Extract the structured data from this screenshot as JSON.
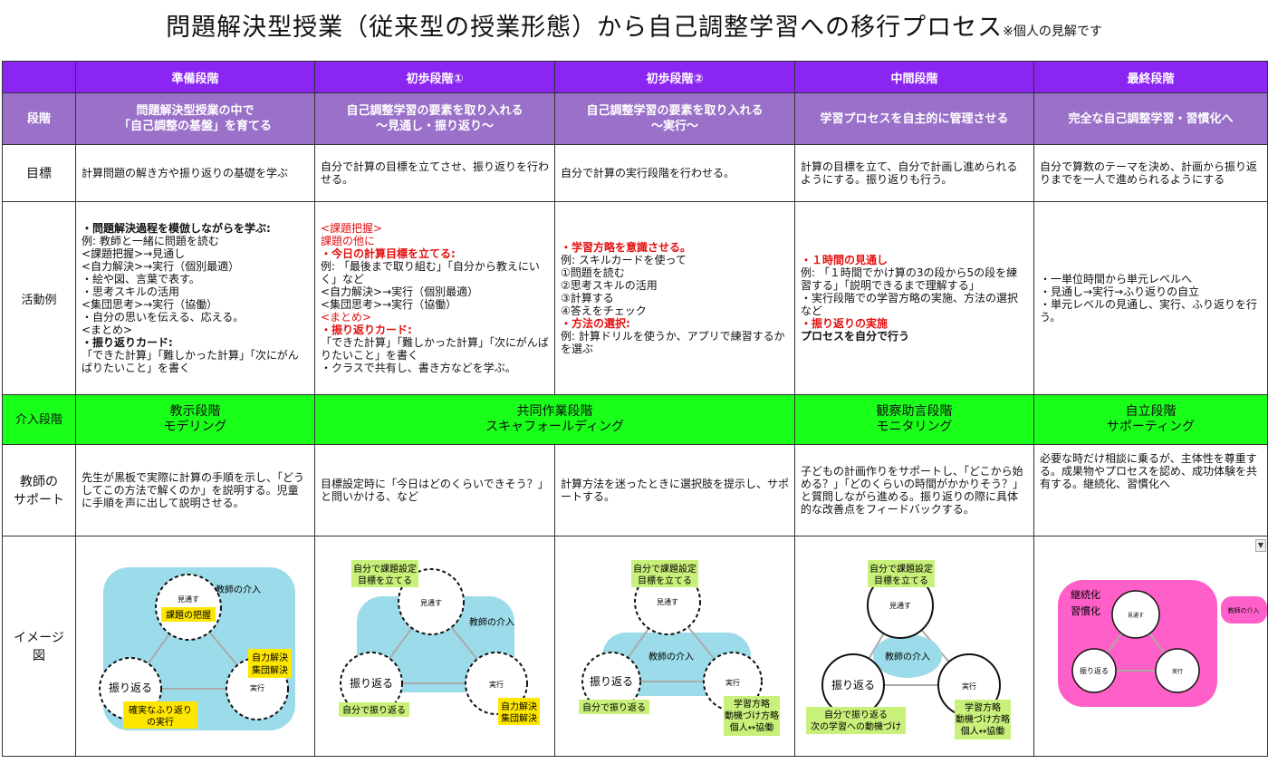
{
  "title": "問題解決型授業（従来型の授業形態）から自己調整学習への移行プロセス",
  "title_note": "※個人の見解です",
  "header": [
    "準備段階",
    "初歩段階①",
    "初歩段階②",
    "中間段階",
    "最終段階"
  ],
  "stage_label": "段階",
  "stages": [
    [
      "問題解決型授業の中で",
      "「自己調整の基盤」を育てる"
    ],
    [
      "自己調整学習の要素を取り入れる",
      "〜見通し・振り返り〜"
    ],
    [
      "自己調整学習の要素を取り入れる",
      "〜実行〜"
    ],
    [
      "学習プロセスを自主的に管理させる"
    ],
    [
      "完全な自己調整学習・習慣化へ"
    ]
  ],
  "goal_label": "目標",
  "goals": [
    "計算問題の解き方や振り返りの基礎を学ぶ",
    "自分で計算の目標を立てさせ、振り返りを行わせる。",
    "自分で計算の実行段階を行わせる。",
    "計算の目標を立て、自分で計画し進められるようにする。振り返りも行う。",
    "自分で算数のテーマを決め、計画から振り返りまでを一人で進められるようにする"
  ],
  "activity_label": "活動例",
  "activities": [
    [
      "・問題解決過程を模倣しながらを学ぶ:",
      "例: 教師と一緒に問題を読む",
      "<課題把握>→見通し",
      "<自力解決>→実行（個別最適）",
      "・絵や図、言葉で表す。",
      "・思考スキルの活用",
      "<集団思考>→実行（協働）",
      "・自分の思いを伝える、応える。",
      "<まとめ>",
      "・振り返りカード:",
      "「できた計算」「難しかった計算」「次にがんばりたいこと」を書く"
    ],
    [
      "<課題把握>",
      "課題の他に",
      "・今日の計算目標を立てる:",
      "例: 「最後まで取り組む」「自分から教えにいく」など",
      "<自力解決>→実行（個別最適）",
      "<集団思考>→実行（協働）",
      "<まとめ>",
      "・振り返りカード:",
      "「できた計算」「難しかった計算」「次にがんばりたいこと」を書く",
      "・クラスで共有し、書き方などを学ぶ。"
    ],
    [
      "・学習方略を意識させる。",
      "例: スキルカードを使って",
      "①問題を読む",
      "②思考スキルの活用",
      "③計算する",
      "④答えをチェック",
      "・方法の選択:",
      "例: 計算ドリルを使うか、アプリで練習するかを選ぶ"
    ],
    [
      "・１時間の見通し",
      "例: 「１時間でかけ算の3の段から5の段を練習する」「説明できるまで理解する」",
      "・実行段階での学習方略の実施、方法の選択など",
      "・振り返りの実施",
      "",
      "プロセスを自分で行う"
    ],
    [
      "・一単位時間から単元レベルへ",
      "・見通し→実行→ふり返りの自立",
      "・単元レベルの見通し、実行、ふり返りを行う。"
    ]
  ],
  "intervention_label": "介入段階",
  "interventions": [
    [
      "教示段階",
      "モデリング"
    ],
    [
      "共同作業段階",
      "スキャフォールディング"
    ],
    [
      "観察助言段階",
      "モニタリング"
    ],
    [
      "自立段階",
      "サポーティング"
    ]
  ],
  "support_label": [
    "教師の",
    "サポート"
  ],
  "supports": [
    "先生が黒板で実際に計算の手順を示し、「どうしてこの方法で解くのか」を説明する。児童に手順を声に出して説明させる。",
    "目標設定時に「今日はどのくらいできそう？」と問いかける、など",
    "計算方法を迷ったときに選択肢を提示し、サポートする。",
    "子どもの計画作りをサポートし、「どこから始める？」「どのくらいの時間がかかりそう？」と質問しながら進める。振り返りの際に具体的な改善点をフィードバックする。",
    "必要な時だけ相談に乗るが、主体性を尊重する。成果物やプロセスを認め、成功体験を共有する。継続化、習慣化へ"
  ],
  "image_label": [
    "イメージ",
    "図"
  ],
  "images": [
    {
      "mitoosu": "見通す",
      "yellow1": "課題の把握",
      "intervene": "教師の介入",
      "yellow2a": "自力解決",
      "yellow2b": "集団解決",
      "furikaeru": "振り返る",
      "jikkou": "実行",
      "yellow3a": "確実なふり返り",
      "yellow3b": "の実行"
    },
    {
      "green1a": "自分で課題設定",
      "green1b": "目標を立てる",
      "mitoosu": "見通す",
      "intervene": "教師の介入",
      "furikaeru": "振り返る",
      "green2": "自分で振り返る",
      "jikkou": "実行",
      "yellow1a": "自力解決",
      "yellow1b": "集団解決"
    },
    {
      "green1a": "自分で課題設定",
      "green1b": "目標を立てる",
      "mitoosu": "見通す",
      "intervene": "教師の介入",
      "furikaeru": "振り返る",
      "green2": "自分で振り返る",
      "jikkou": "実行",
      "green3a": "学習方略",
      "green3b": "動機づけ方略",
      "green3c": "個人↔協働"
    },
    {
      "green1a": "自分で課題設定",
      "green1b": "目標を立てる",
      "mitoosu": "見通す",
      "intervene": "教師の介入",
      "furikaeru": "振り返る",
      "jikkou": "実行",
      "green2a": "自分で振り返る",
      "green2b": "次の学習への動機づけ",
      "green3a": "学習方略",
      "green3b": "動機づけ方略",
      "green3c": "個人↔協働"
    },
    {
      "label1": "継続化",
      "label2": "習慣化",
      "mitoosu": "見通す",
      "furikaeru": "振り返る",
      "jikkou": "実行",
      "intervene": "教師の介入"
    }
  ],
  "colors": {
    "header": "#8a25f2",
    "stage": "#9a70c9",
    "intervention": "#1aff1a",
    "cyan": "#9cdcea",
    "pink": "#ff5fc8",
    "yellow": "#ffe600",
    "green": "#c9f07a",
    "red": "#e51010"
  }
}
